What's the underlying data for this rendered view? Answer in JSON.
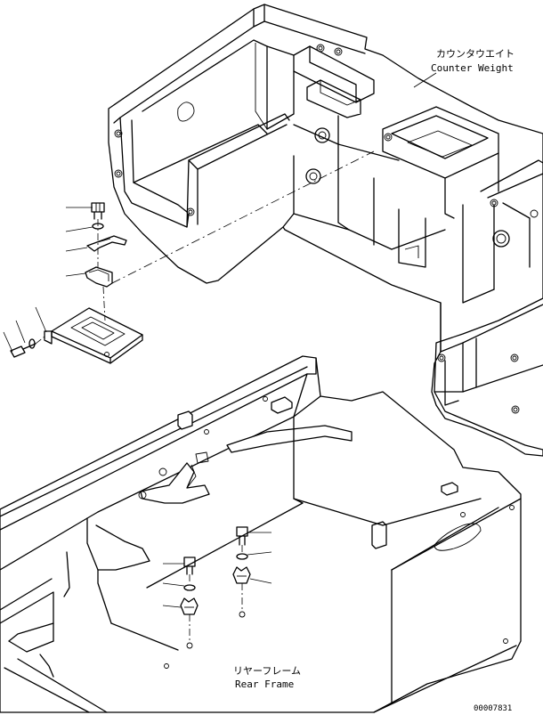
{
  "labels": {
    "counter_weight_jp": "カウンタウエイト",
    "counter_weight_en": "Counter Weight",
    "rear_frame_jp": "リヤーフレーム",
    "rear_frame_en": "Rear Frame",
    "drawing_number": "00007831"
  }
}
